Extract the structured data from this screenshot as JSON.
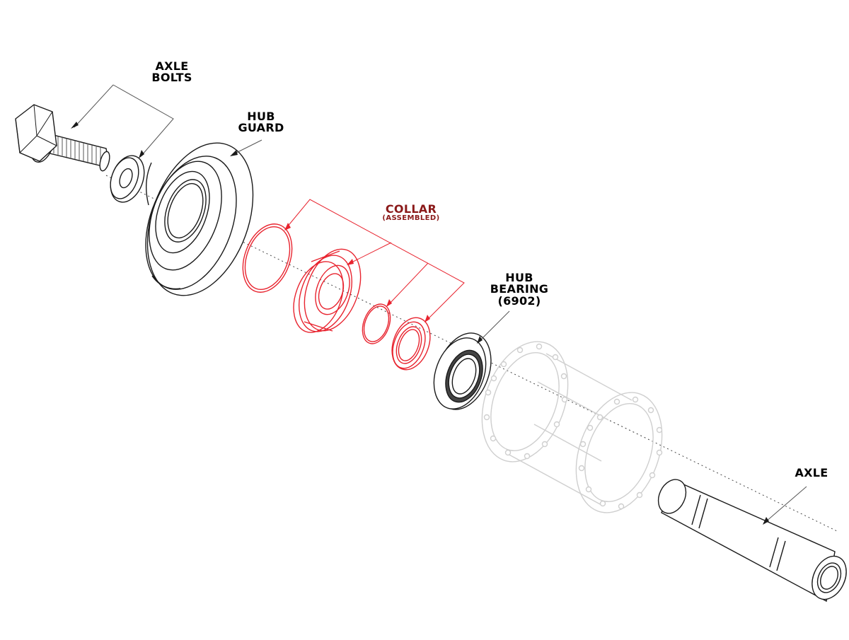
{
  "diagram": {
    "colors": {
      "ink": "#1a1a1a",
      "guide": "#555555",
      "highlight": "#e8232e",
      "highlight_label": "#8b1a1a",
      "ghost": "#cfcfcf"
    },
    "labels": {
      "axle_bolts": {
        "line1": "AXLE",
        "line2": "BOLTS"
      },
      "hub_guard": {
        "line1": "HUB",
        "line2": "GUARD"
      },
      "collar": {
        "title": "COLLAR",
        "subtitle": "(ASSEMBLED)"
      },
      "hub_bearing": {
        "line1": "HUB",
        "line2": "BEARING",
        "line3": "(6902)"
      },
      "axle": {
        "line1": "AXLE"
      }
    }
  }
}
